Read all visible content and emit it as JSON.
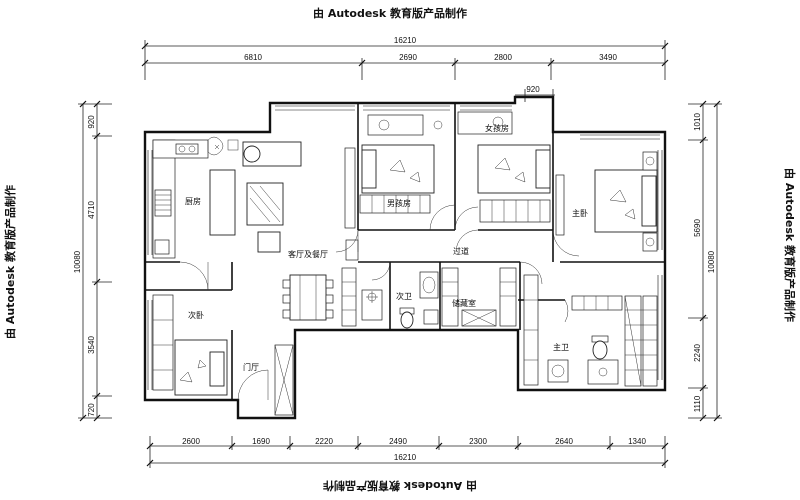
{
  "watermarks": {
    "top": "由 Autodesk 教育版产品制作",
    "bottom": "由 Autodesk 教育版产品制作",
    "left": "由 Autodesk 教育版产品制作",
    "right": "由 Autodesk 教育版产品制作"
  },
  "dimensions": {
    "top_total": "16210",
    "top_segments": [
      "6810",
      "2690",
      "2800",
      "3490"
    ],
    "top_small": "920",
    "bottom_total": "16210",
    "bottom_segments": [
      "2600",
      "1690",
      "2220",
      "2490",
      "2300",
      "2640",
      "1340"
    ],
    "left_total": "10080",
    "left_segments": [
      "920",
      "4710",
      "3540",
      "720"
    ],
    "right_total": "10080",
    "right_segments": [
      "1010",
      "5690",
      "2240",
      "1110"
    ]
  },
  "rooms": {
    "kitchen": "厨房",
    "living_dining": "客厅及餐厅",
    "second_bedroom": "次卧",
    "foyer": "门厅",
    "boys_room": "男孩房",
    "girls_room": "女孩房",
    "master_bedroom": "主卧",
    "corridor": "过道",
    "second_bath": "次卫",
    "cloakroom": "储藏室",
    "master_bath": "主卫"
  }
}
